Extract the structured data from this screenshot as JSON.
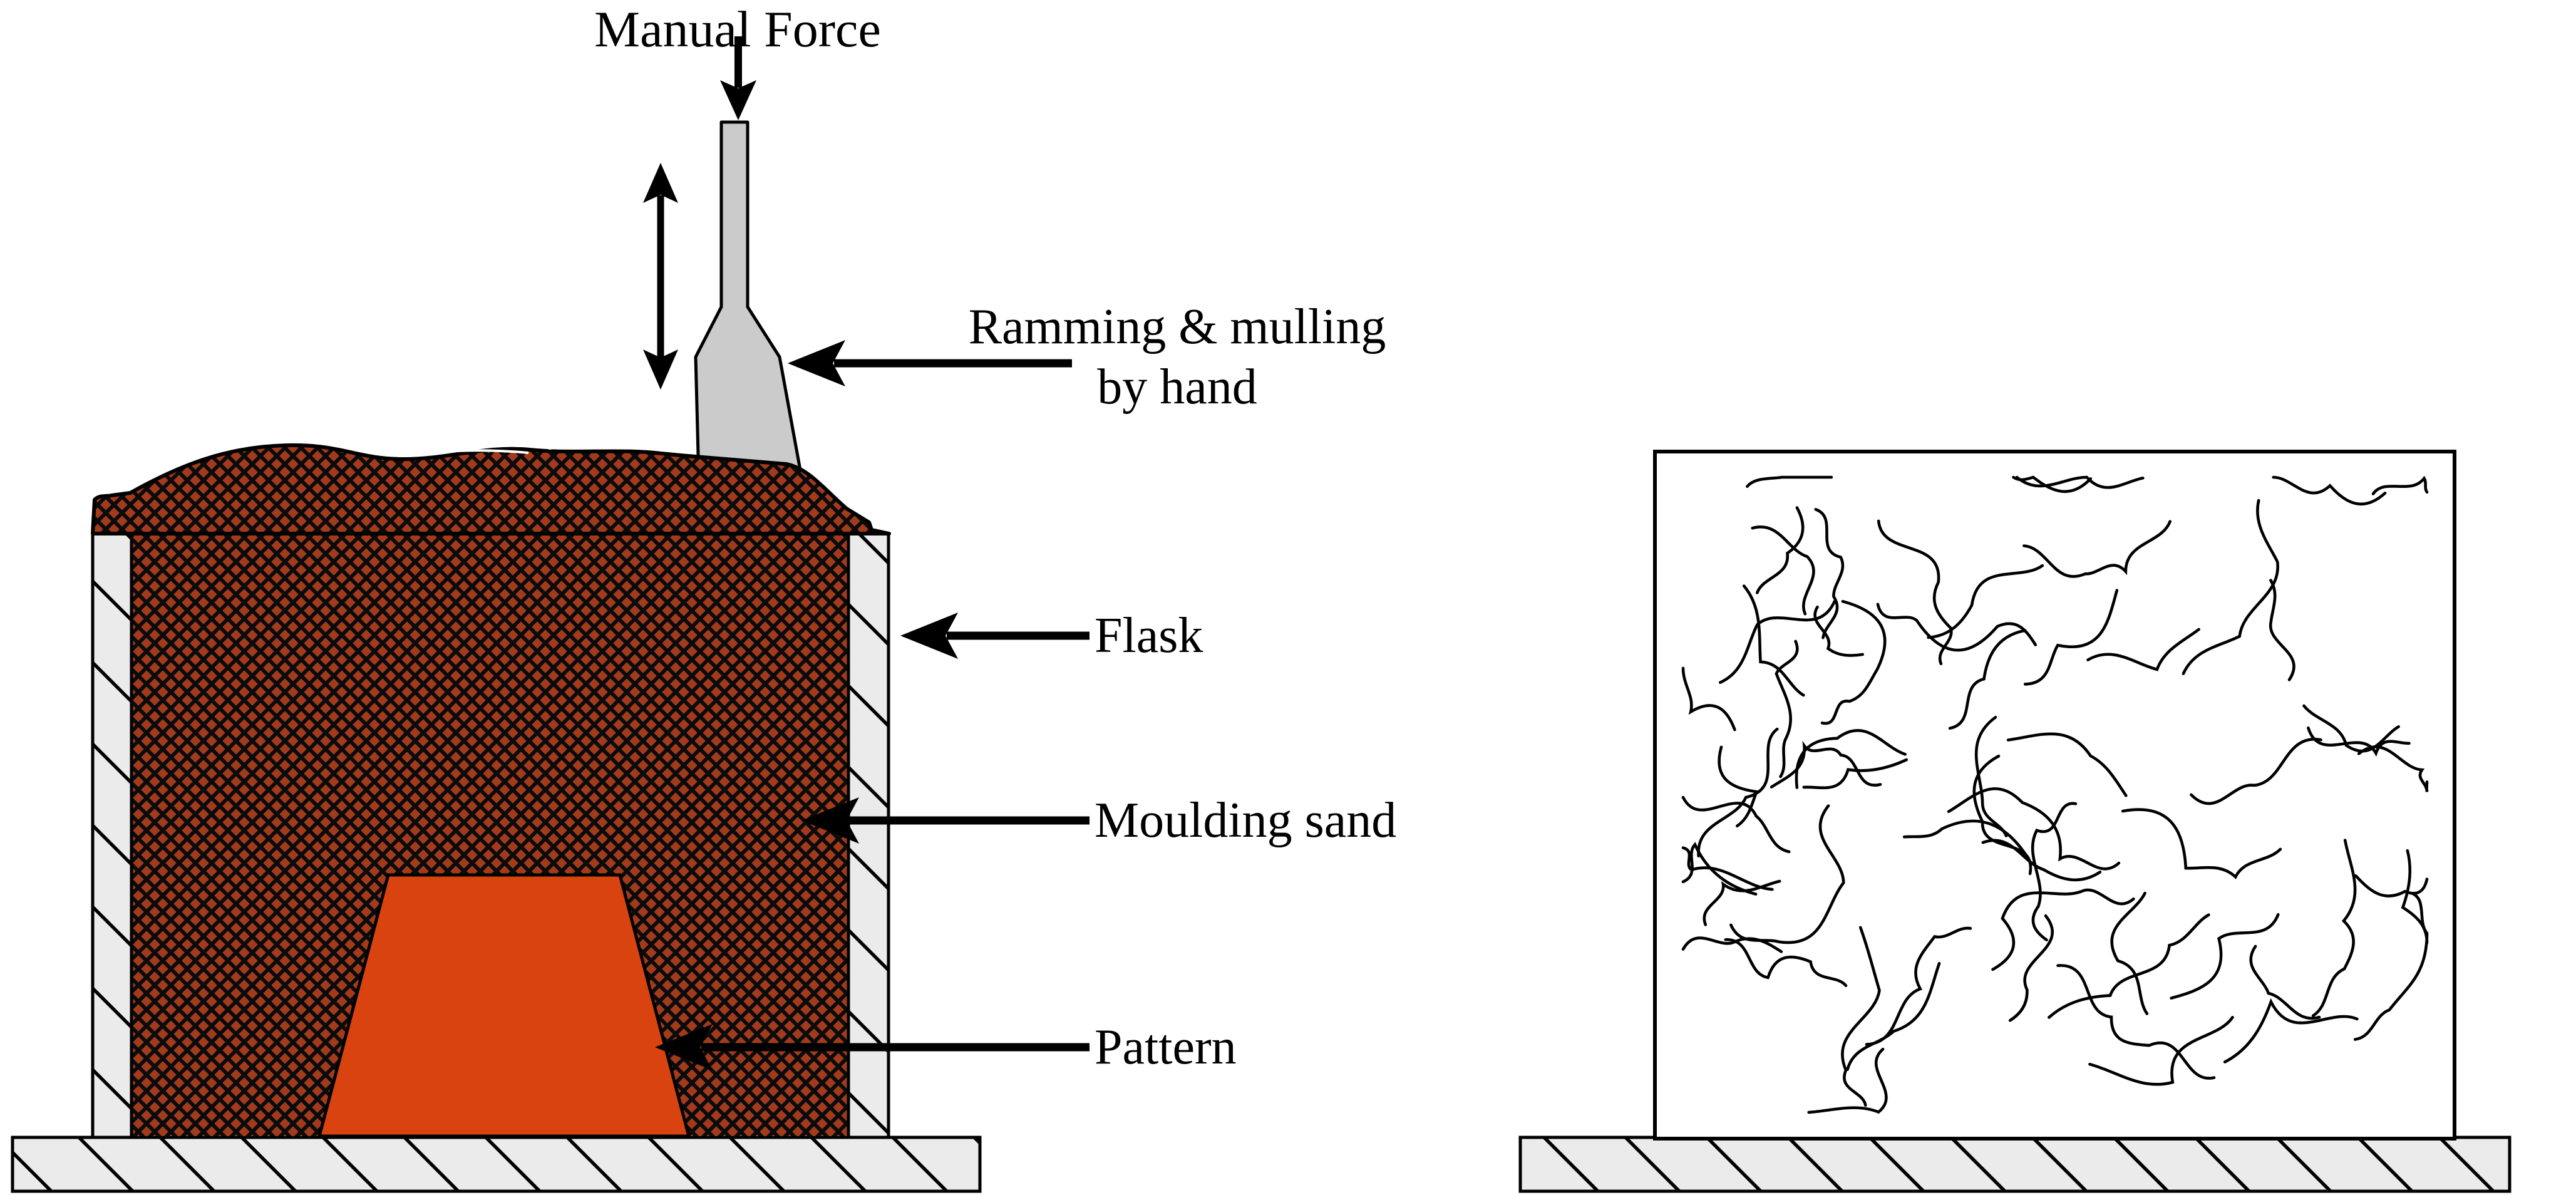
{
  "figure": {
    "type": "engineering-diagram",
    "subject": "Hand ramming of moulding sand in a flask (sand casting)",
    "background": "#FFFFFF"
  },
  "labels": {
    "manual_force": "Manual Force",
    "ramming_mulling_line1": "Ramming & mulling",
    "ramming_mulling_line2": "by hand",
    "flask": "Flask",
    "moulding_sand": "Moulding sand",
    "pattern": "Pattern"
  },
  "colors": {
    "background": "#FFFFFF",
    "outline": "#000000",
    "moulding_sand_fill": "#A33A1B",
    "sand_lattice_line": "#0B0B0B",
    "pattern_fill": "#D8430F",
    "tool_fill": "#CBCBCB",
    "flask_fill": "#EBEBEB",
    "ram_streak": "#FFFFFF"
  },
  "right_diagram": {
    "texture_style": "random-grain-squiggles",
    "squiggle_count": 64,
    "squiggle_stroke_width": 4.6
  }
}
